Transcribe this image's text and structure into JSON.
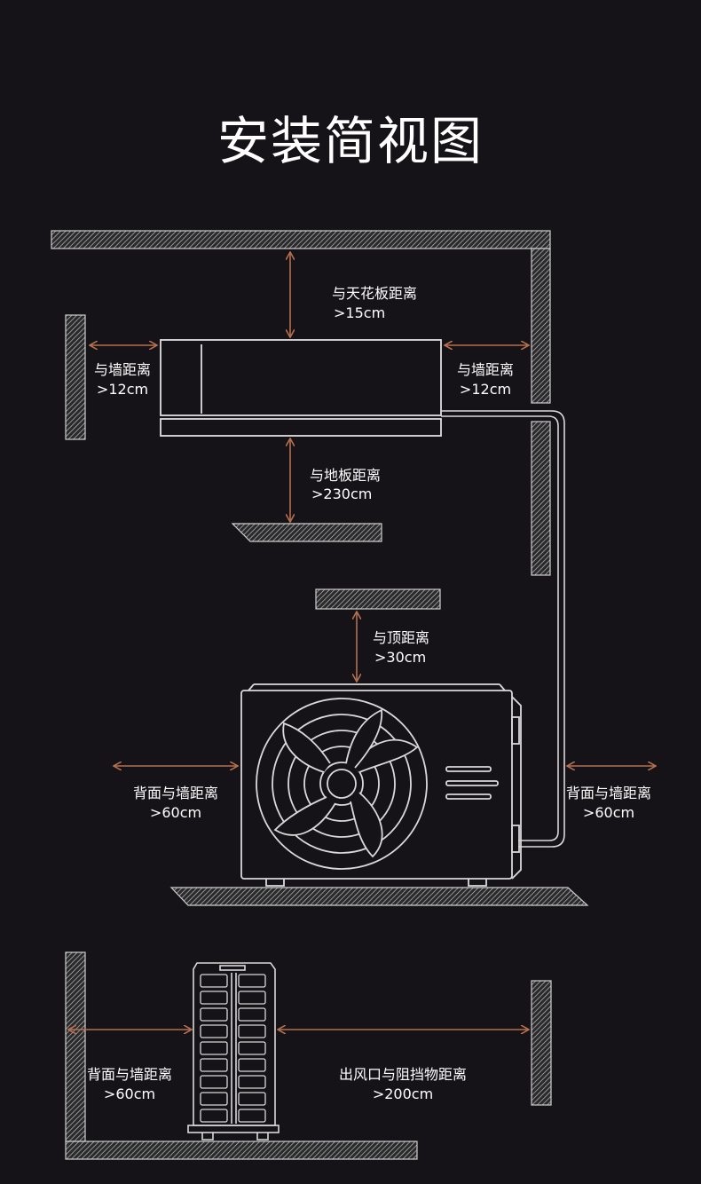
{
  "title": "安装简视图",
  "colors": {
    "background": "#151317",
    "line": "#d9d9d9",
    "arrow": "#b5704f",
    "text": "#ffffff"
  },
  "labels": {
    "ceiling": "与天花板距离",
    "ceiling_value": ">15cm",
    "wall_left": "与墙距离",
    "wall_left_value": ">12cm",
    "wall_right": "与墙距离",
    "wall_right_value": ">12cm",
    "floor": "与地板距离",
    "floor_value": ">230cm",
    "top": "与顶距离",
    "top_value": ">30cm",
    "back_left": "背面与墙距离",
    "back_left_value": ">60cm",
    "back_right": "背面与墙距离",
    "back_right_value": ">60cm",
    "back_bottom": "背面与墙距离",
    "back_bottom_value": ">60cm",
    "outlet": "出风口与阻挡物距离",
    "outlet_value": ">200cm"
  },
  "icons": {
    "indoor": "indoor-unit-icon",
    "outdoor": "outdoor-unit-icon",
    "fan": "fan-icon",
    "side": "outdoor-unit-side-icon",
    "wall": "hatched-wall-icon",
    "arrow": "double-arrow-icon"
  }
}
